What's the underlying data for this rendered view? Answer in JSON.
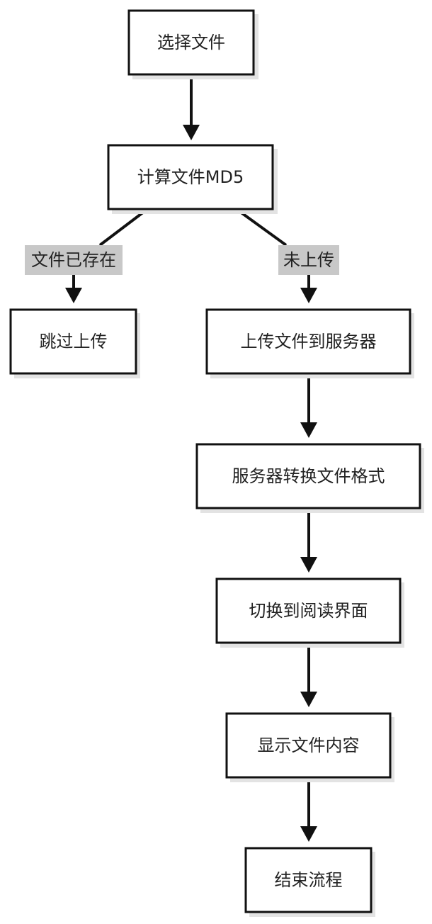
{
  "nodes": {
    "select_file": "选择文件",
    "compute_md5": "计算文件MD5",
    "skip_upload": "跳过上传",
    "upload_file": "上传文件到服务器",
    "convert_format": "服务器转换文件格式",
    "switch_reader": "切换到阅读界面",
    "show_content": "显示文件内容",
    "end_flow": "结束流程"
  },
  "edges": {
    "file_exists": "文件已存在",
    "not_uploaded": "未上传"
  },
  "colors": {
    "stroke": "#111111",
    "label_bg": "#c8c8c8",
    "node_fill": "#ffffff"
  }
}
